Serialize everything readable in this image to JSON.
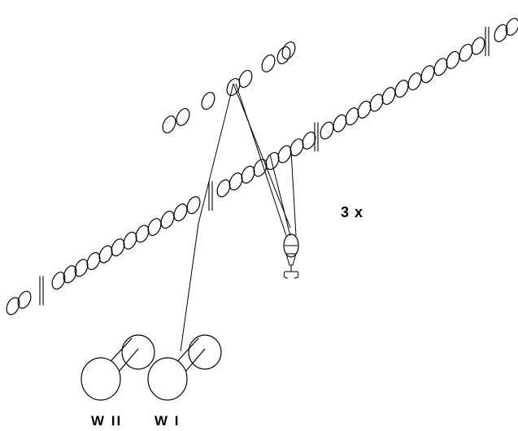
{
  "annotations": {
    "repeat": "3 x",
    "weight_2": "W II",
    "weight_1": "W I"
  },
  "diagram": {
    "front_row_beads": 34,
    "back_row_beads": 8,
    "front_row_dividers": 4,
    "weights": 2,
    "stroke_color": "#000000",
    "background": "#ffffff"
  }
}
